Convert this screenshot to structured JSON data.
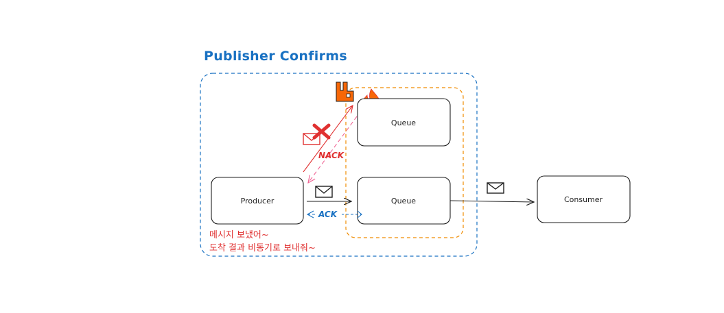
{
  "title": "Publisher Confirms",
  "nodes": {
    "producer": "Producer",
    "queue_top": "Queue",
    "queue_bottom": "Queue",
    "consumer": "Consumer"
  },
  "edges": {
    "nack": "NACK",
    "ack": "ACK"
  },
  "note": {
    "line1": "메시지 보냈어~",
    "line2": "도착 결과 비동기로 보내줘~"
  },
  "colors": {
    "title": "#1971c2",
    "outer_border": "#1971c2",
    "broker_border": "#f08c00",
    "nack": "#e03131",
    "nack_dashed": "#f06595",
    "ack": "#1971c2",
    "broker_icon": "#f76707",
    "stroke": "#1e1e1e"
  },
  "icons": {
    "broker": "rabbitmq-logo-icon",
    "fire": "fire-icon",
    "envelope": "envelope-icon",
    "reject": "red-x-icon"
  }
}
